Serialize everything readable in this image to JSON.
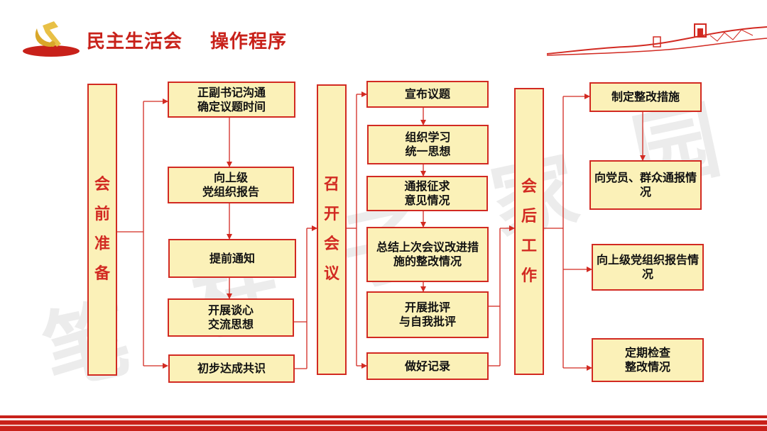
{
  "header": {
    "title": "民主生活会",
    "subtitle": "操作程序"
  },
  "watermark": [
    "笔",
    "杆",
    "子",
    "家",
    "园"
  ],
  "columns": {
    "before": "会前准备",
    "during": "召开会议",
    "after": "会后工作"
  },
  "before_steps": [
    "正副书记沟通\n确定议题时间",
    "向上级\n党组织报告",
    "提前通知",
    "开展谈心\n交流思想",
    "初步达成共识"
  ],
  "meeting_steps": [
    "宣布议题",
    "组织学习\n统一思想",
    "通报征求\n意见情况",
    "总结上次会议改进措\n施的整改情况",
    "开展批评\n与自我批评",
    "做好记录"
  ],
  "after_steps": [
    "制定整改措施",
    "向党员、群众通报情\n况",
    "向上级党组织报告情\n况",
    "定期检查\n整改情况"
  ],
  "colors": {
    "accent": "#d22a22",
    "box_fill": "#fbf1b8",
    "dark_red": "#a8120d"
  }
}
